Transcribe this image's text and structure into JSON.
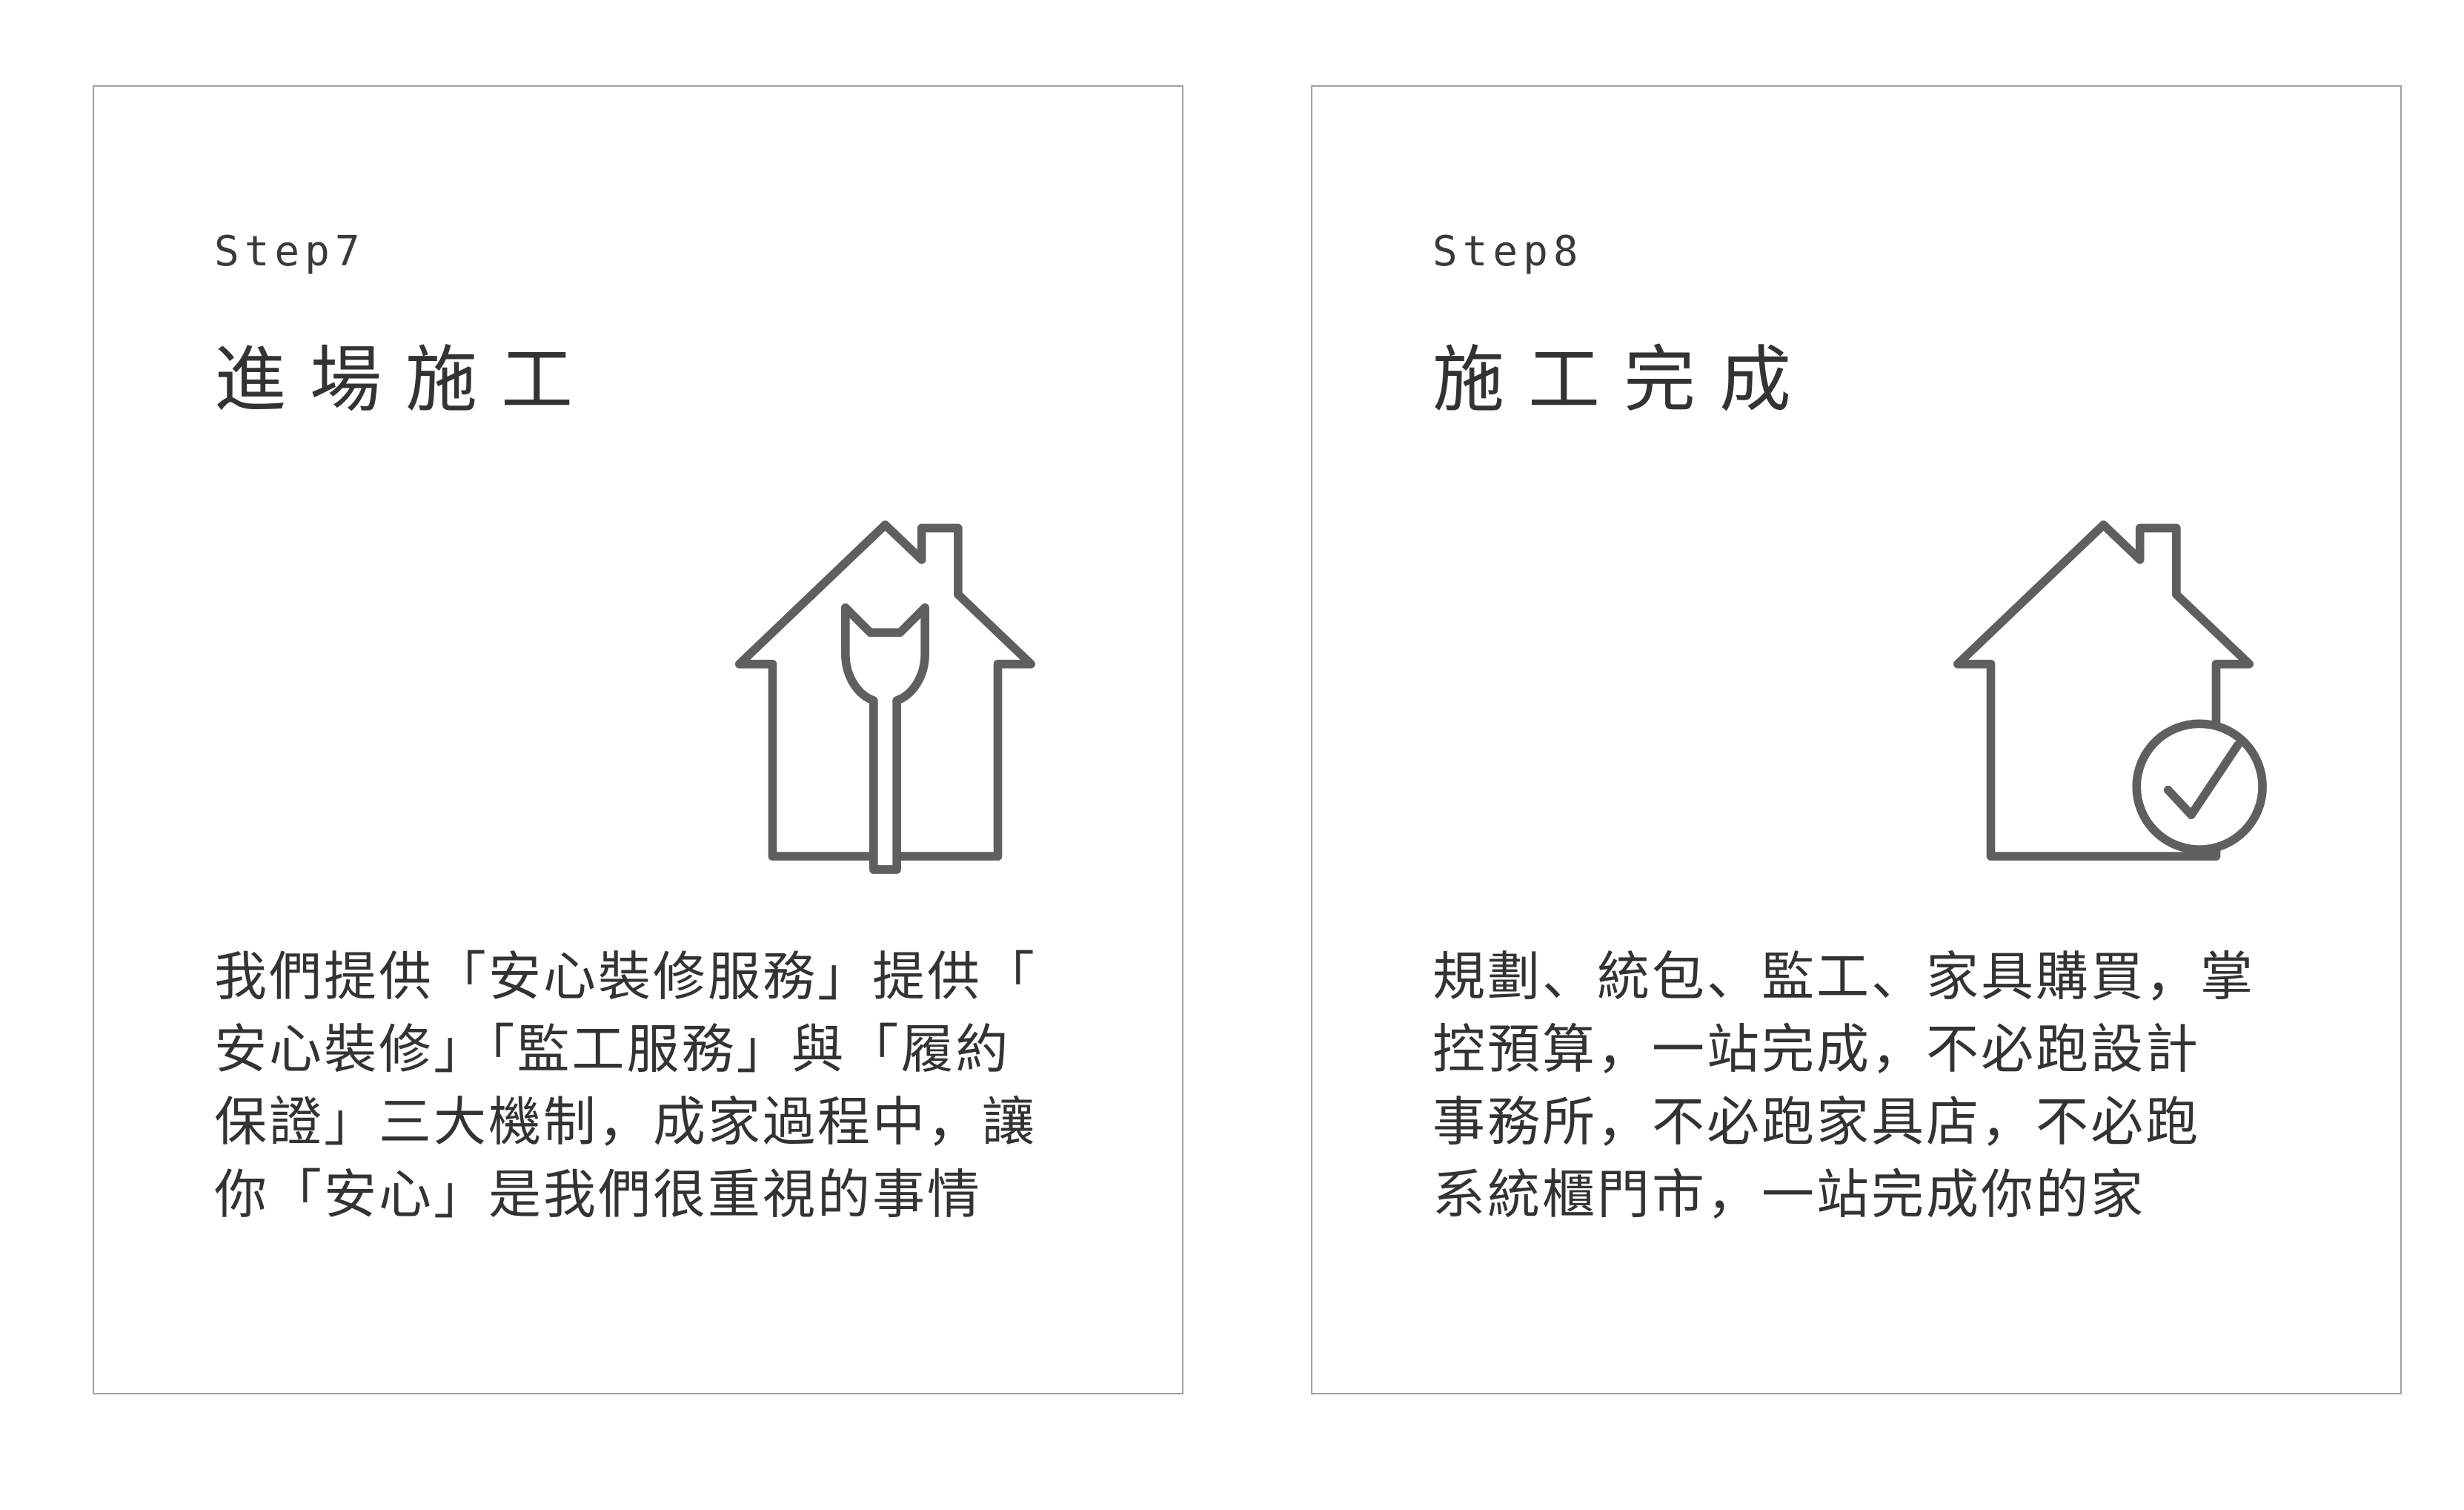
{
  "cards": [
    {
      "step": "Step7",
      "title": "進場施工",
      "icon": "house-wrench-icon",
      "body_lines": [
        "我們提供「安心裝修服務」提供「",
        "安心裝修」「監工服務」與「履約",
        "保證」三大機制，成家過程中，讓",
        "你「安心」是我們很重視的事情"
      ]
    },
    {
      "step": "Step8",
      "title": "施工完成",
      "icon": "house-check-icon",
      "body_lines": [
        "規劃、統包、監工、家具購買，掌",
        "控預算，一站完成，不必跑設計",
        "事務所，不必跑家具店，不必跑",
        "系統櫃門市，一站完成你的家"
      ]
    }
  ],
  "colors": {
    "background": "#ffffff",
    "card_border": "#a0a0a0",
    "text": "#333333",
    "icon_stroke": "#5f5f5f"
  }
}
